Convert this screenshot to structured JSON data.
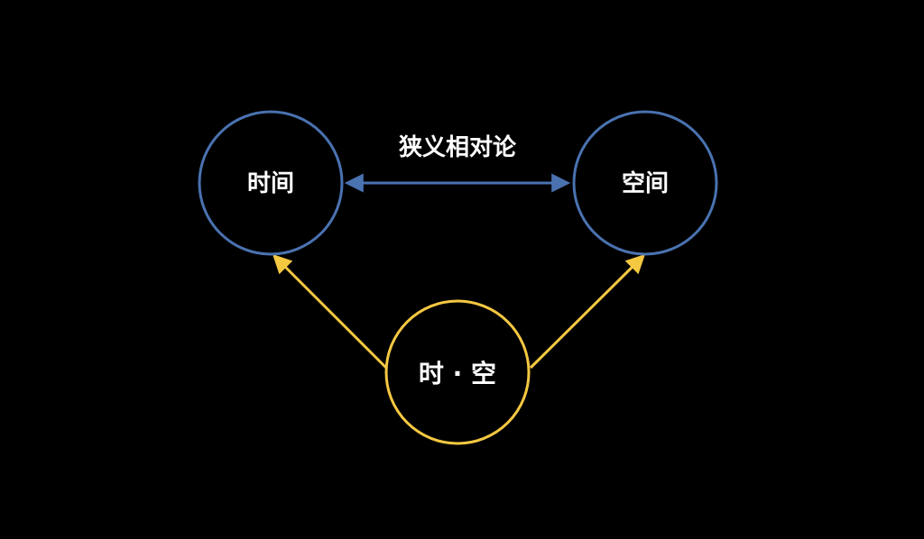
{
  "diagram": {
    "background_color": "#000000",
    "nodes": {
      "time": {
        "label": "时间",
        "color": "#4a72b0"
      },
      "space": {
        "label": "空间",
        "color": "#4a72b0"
      },
      "spacetime": {
        "label": "时 · 空",
        "color": "#f5c842"
      }
    },
    "edges": {
      "relativity": {
        "label": "狭义相对论",
        "color": "#4a72b0",
        "from": "time",
        "to": "space",
        "bidirectional": true
      },
      "spacetime_to_time": {
        "color": "#f5c842",
        "from": "spacetime",
        "to": "time"
      },
      "spacetime_to_space": {
        "color": "#f5c842",
        "from": "spacetime",
        "to": "space"
      }
    }
  }
}
